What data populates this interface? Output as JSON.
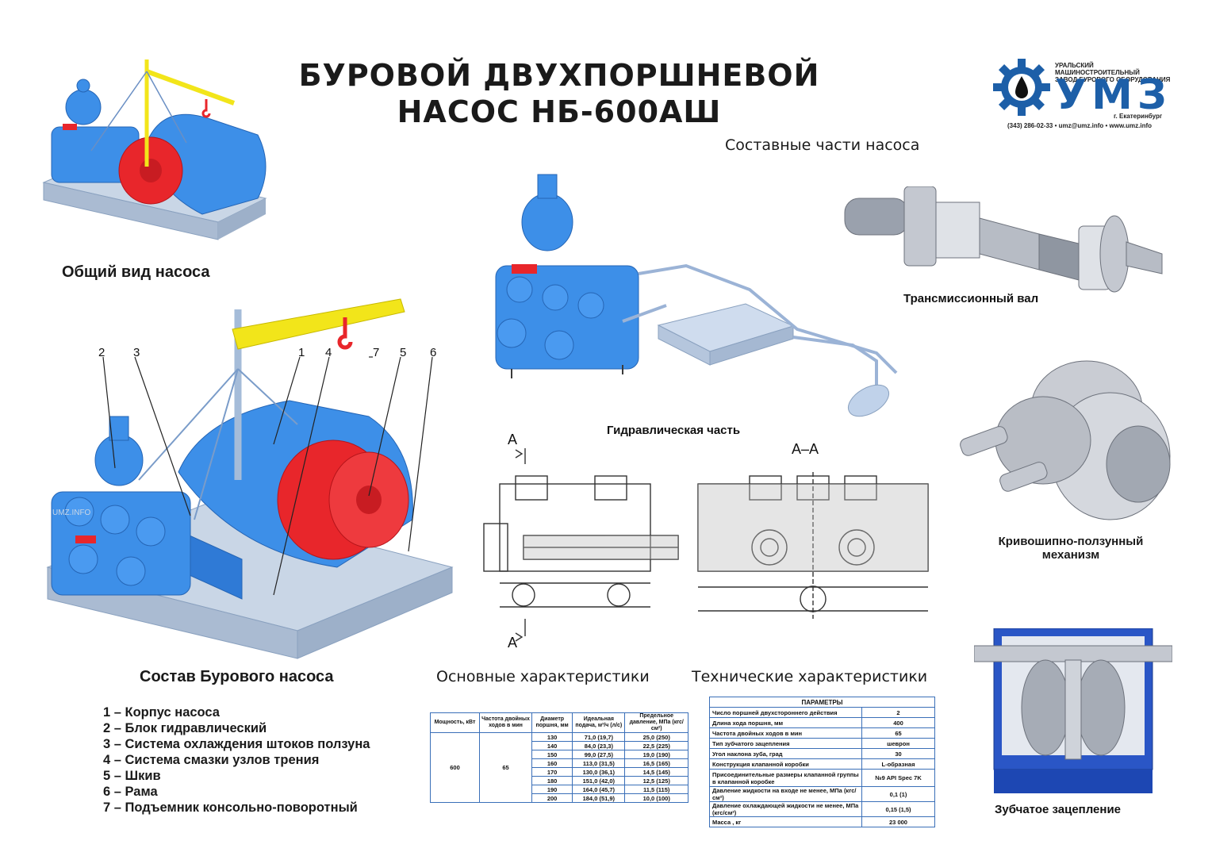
{
  "title": {
    "line1": "БУРОВОЙ ДВУХПОРШНЕВОЙ",
    "line2": "НАСОС НБ-600АШ"
  },
  "logo": {
    "line1": "УРАЛЬСКИЙ МАШИНОСТРОИТЕЛЬНЫЙ",
    "line2": "ЗАВОД БУРОВОГО ОБОРУДОВАНИЯ",
    "brand": "УМЗ",
    "city": "г. Екатеринбург",
    "contacts": "(343) 286-02-33 • umz@umz.info • www.umz.info"
  },
  "captions": {
    "general_view": "Общий вид насоса",
    "components": "Составные части насоса",
    "transmission_shaft": "Трансмиссионный вал",
    "hydraulic_part": "Гидравлическая часть",
    "crank_mechanism_1": "Кривошипно-ползунный",
    "crank_mechanism_2": "механизм",
    "pump_composition": "Состав Бурового насоса",
    "main_characteristics": "Основные характеристики",
    "technical_characteristics": "Технические характеристики",
    "gear_engagement": "Зубчатое зацепление",
    "section_a": "А",
    "section_aa": "А–А",
    "watermark": "UMZ.INFO"
  },
  "callouts": [
    "1",
    "2",
    "3",
    "4",
    "5",
    "6",
    "7"
  ],
  "legend": [
    "1 – Корпус насоса",
    "2 – Блок гидравлический",
    "3 – Система охлаждения штоков ползуна",
    "4 – Система смазки узлов трения",
    "5 – Шкив",
    "6 – Рама",
    "7 – Подъемник консольно-поворотный"
  ],
  "main_table": {
    "headers": [
      "Мощность, кВт",
      "Частота двойных ходов в мин",
      "Диаметр поршня, мм",
      "Идеальная подача, м³/ч (л/с)",
      "Предельное давление, МПа (кгс/см²)"
    ],
    "power": "600",
    "strokes": "65",
    "rows": [
      [
        "130",
        "71,0 (19,7)",
        "25,0 (250)"
      ],
      [
        "140",
        "84,0 (23,3)",
        "22,5 (225)"
      ],
      [
        "150",
        "99,0 (27,5)",
        "19,0 (190)"
      ],
      [
        "160",
        "113,0 (31,5)",
        "16,5 (165)"
      ],
      [
        "170",
        "130,0 (36,1)",
        "14,5 (145)"
      ],
      [
        "180",
        "151,0 (42,0)",
        "12,5 (125)"
      ],
      [
        "190",
        "164,0 (45,7)",
        "11,5 (115)"
      ],
      [
        "200",
        "184,0 (51,9)",
        "10,0 (100)"
      ]
    ]
  },
  "tech_table": {
    "header": "ПАРАМЕТРЫ",
    "rows": [
      [
        "Число поршней двухстороннего действия",
        "2"
      ],
      [
        "Длина хода поршня, мм",
        "400"
      ],
      [
        "Частота двойных ходов в мин",
        "65"
      ],
      [
        "Тип зубчатого зацепления",
        "шеврон"
      ],
      [
        "Угол наклона зуба, град",
        "30"
      ],
      [
        "Конструкция клапанной коробки",
        "L-образная"
      ],
      [
        "Присоединительные размеры клапанной группы в клапанной коробке",
        "№9 API Spec 7K"
      ],
      [
        "Давление жидкости на входе не менее, МПа (кгс/см²)",
        "0,1 (1)"
      ],
      [
        "Давление охлаждающей жидкости не менее, МПа (кгс/см²)",
        "0,15 (1,5)"
      ],
      [
        "Масса , кг",
        "23 000"
      ]
    ]
  },
  "colors": {
    "pump_blue": "#3d8fe8",
    "pulley_red": "#e8262b",
    "crane_yellow": "#f2e51a",
    "brand_blue": "#1d5fa8"
  }
}
